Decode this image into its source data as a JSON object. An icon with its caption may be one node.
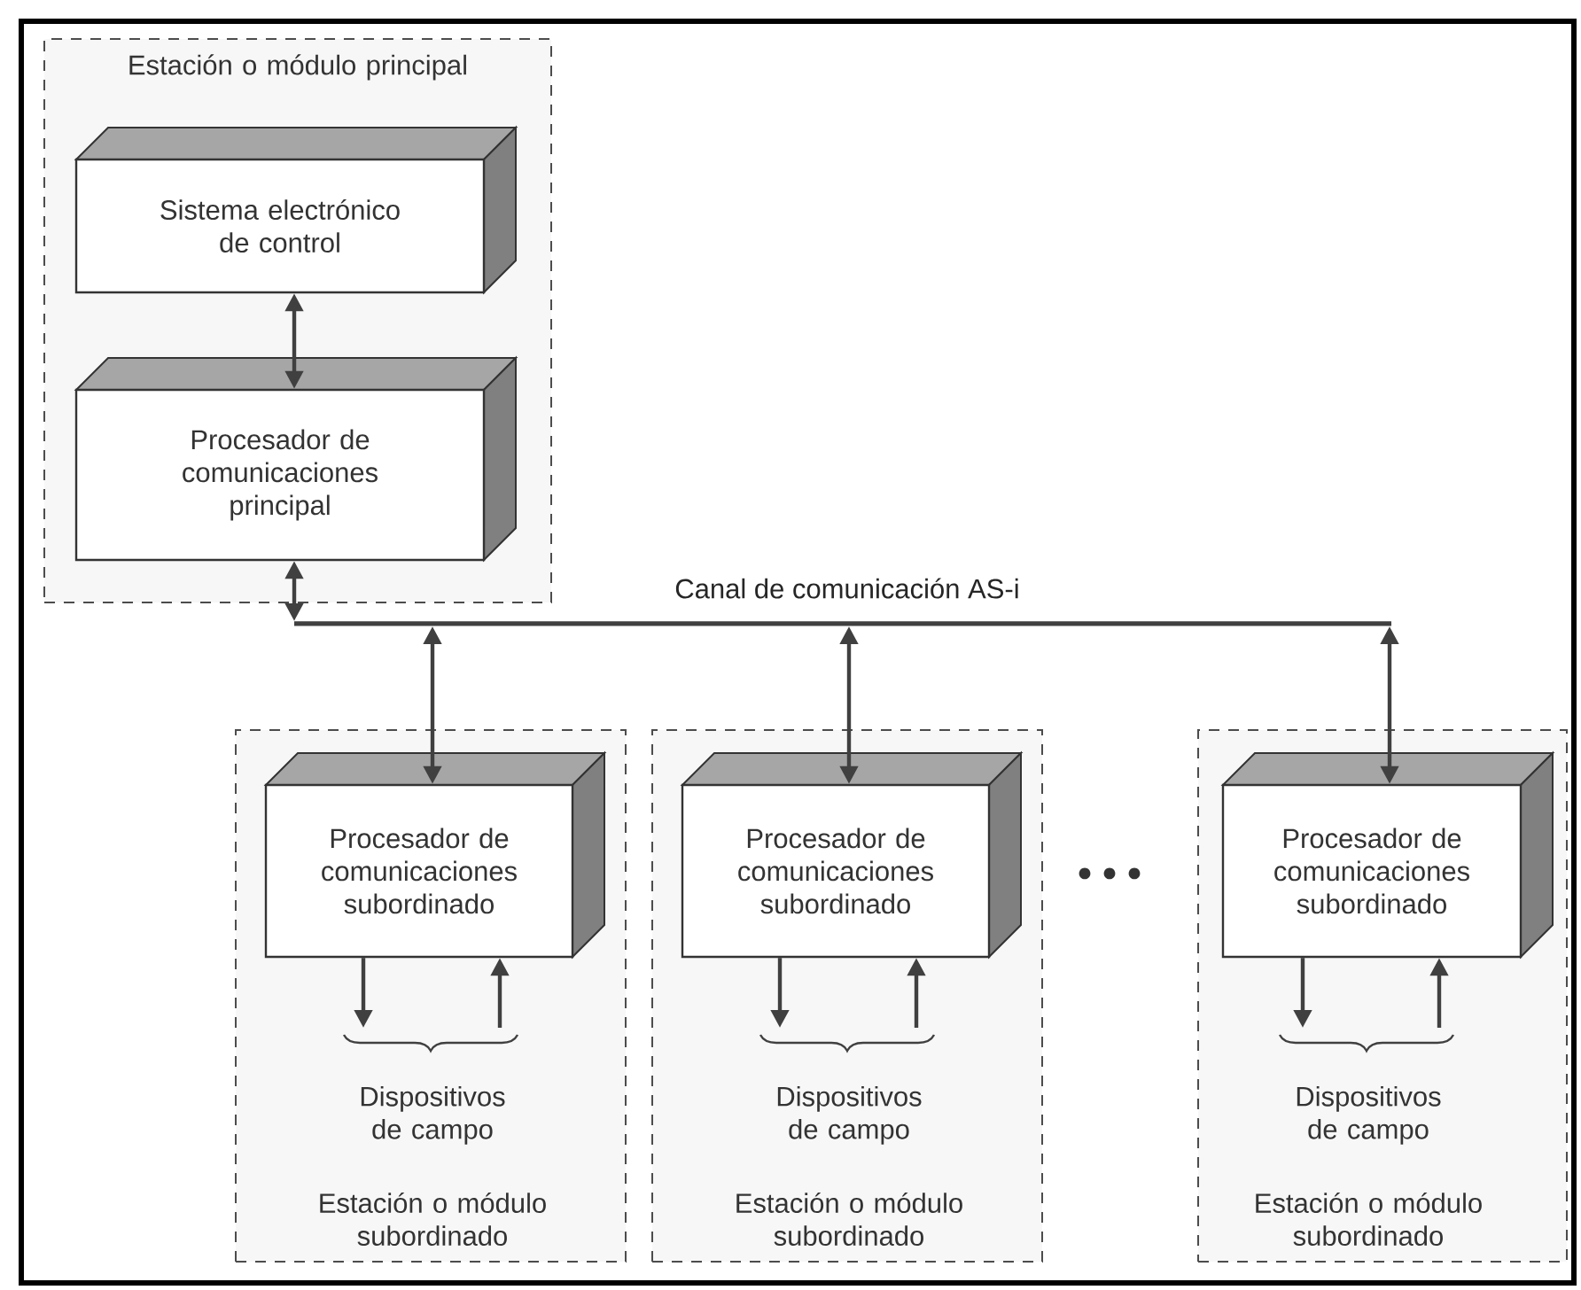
{
  "diagram": {
    "nodes": [
      {
        "text": [
          "Estación o módulo principal"
        ]
      },
      {
        "text": [
          "Sistema electrónico de control"
        ],
        "in": 0
      },
      {
        "text": [
          "Procesador de comunicaciones principal"
        ],
        "in": 0
      },
      {
        "text": [
          "Canal de comunicación AS-i"
        ]
      },
      {
        "text": [
          "Estación o módulo subordinado"
        ]
      },
      {
        "text": [
          "Procesador de comunicaciones subordinado"
        ],
        "in": 4
      },
      {
        "text": [
          "Dispositivos de campo"
        ],
        "in": 4
      },
      {
        "text": [
          "Estación o módulo subordinado"
        ]
      },
      {
        "text": [
          "Procesador de comunicaciones subordinado"
        ],
        "in": 7
      },
      {
        "text": [
          "Dispositivos de campo"
        ],
        "in": 7
      },
      {
        "text": [
          "Estación o módulo subordinado"
        ]
      },
      {
        "text": [
          "Procesador de comunicaciones subordinado"
        ],
        "in": 10
      },
      {
        "text": [
          "Dispositivos de campo"
        ],
        "in": 10
      }
    ],
    "edges": [
      {
        "from": 1,
        "to": 2,
        "arrow": "both"
      },
      {
        "from": 2,
        "to": 3,
        "arrow": "both"
      },
      {
        "from": 3,
        "to": 5,
        "arrow": "both"
      },
      {
        "from": 3,
        "to": 8,
        "arrow": "both"
      },
      {
        "from": 3,
        "to": 11,
        "arrow": "both"
      },
      {
        "from": 5,
        "to": 6,
        "arrow": "to"
      },
      {
        "from": 6,
        "to": 5,
        "arrow": "to"
      },
      {
        "from": 8,
        "to": 9,
        "arrow": "to"
      },
      {
        "from": 9,
        "to": 8,
        "arrow": "to"
      },
      {
        "from": 11,
        "to": 12,
        "arrow": "to"
      },
      {
        "from": 12,
        "to": 11,
        "arrow": "to"
      }
    ]
  }
}
